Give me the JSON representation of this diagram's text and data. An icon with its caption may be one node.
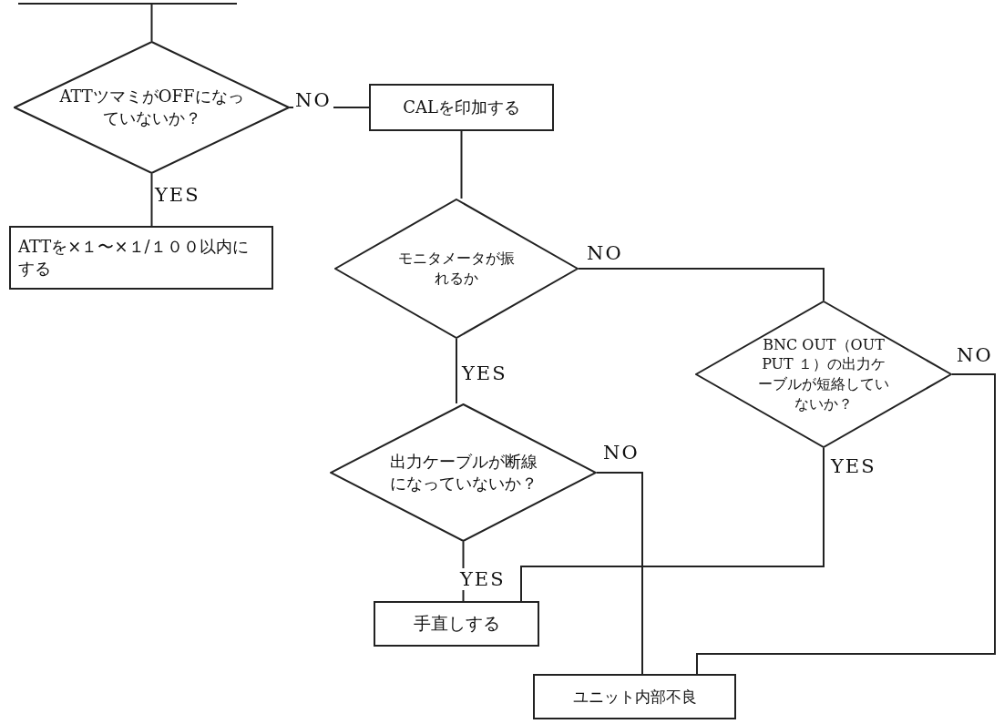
{
  "diagram": {
    "nodes": [
      {
        "text": [
          "ATTツマミがOFFになっていないか？"
        ]
      },
      {
        "text": [
          "CALを印加する"
        ]
      },
      {
        "text": [
          "ATTを×１〜×１/１００以内にする"
        ]
      },
      {
        "text": [
          "モニタメータが振れるか"
        ]
      },
      {
        "text": [
          "BNC OUT（OUT PUT １）の出力ケーブルが短絡していないか？"
        ]
      },
      {
        "text": [
          "出力ケーブルが断線になっていないか？"
        ]
      },
      {
        "text": [
          "手直しする"
        ]
      },
      {
        "text": [
          "ユニット内部不良"
        ]
      }
    ],
    "edges": [
      {
        "from": null,
        "to": 0,
        "arrow": "none"
      },
      {
        "from": 0,
        "to": 1,
        "arrow": "none",
        "label": "NO"
      },
      {
        "from": 0,
        "to": 2,
        "arrow": "none",
        "label": "YES"
      },
      {
        "from": 1,
        "to": 3,
        "arrow": "none"
      },
      {
        "from": 3,
        "to": 4,
        "arrow": "none",
        "label": "NO"
      },
      {
        "from": 3,
        "to": 5,
        "arrow": "none",
        "label": "YES"
      },
      {
        "from": 4,
        "to": 6,
        "arrow": "none",
        "label": "YES"
      },
      {
        "from": 4,
        "to": 7,
        "arrow": "none",
        "label": "NO"
      },
      {
        "from": 5,
        "to": 6,
        "arrow": "none",
        "label": "YES"
      },
      {
        "from": 5,
        "to": 7,
        "arrow": "none",
        "label": "NO"
      }
    ]
  }
}
